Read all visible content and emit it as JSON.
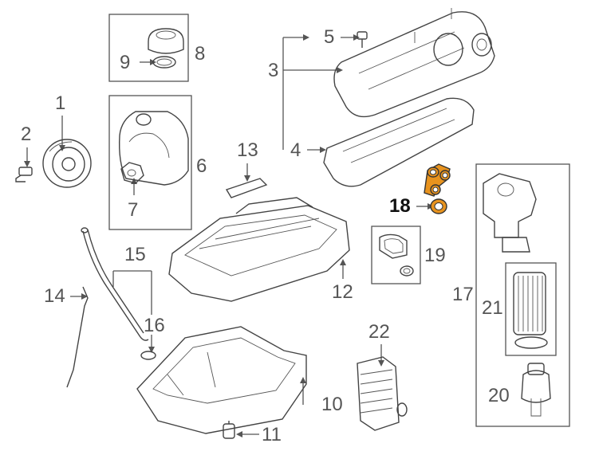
{
  "callouts": [
    {
      "id": "1",
      "text": "1"
    },
    {
      "id": "2",
      "text": "2"
    },
    {
      "id": "3",
      "text": "3"
    },
    {
      "id": "4",
      "text": "4"
    },
    {
      "id": "5",
      "text": "5"
    },
    {
      "id": "6",
      "text": "6"
    },
    {
      "id": "7",
      "text": "7"
    },
    {
      "id": "8",
      "text": "8"
    },
    {
      "id": "9",
      "text": "9"
    },
    {
      "id": "10",
      "text": "10"
    },
    {
      "id": "11",
      "text": "11"
    },
    {
      "id": "12",
      "text": "12"
    },
    {
      "id": "13",
      "text": "13"
    },
    {
      "id": "14",
      "text": "14"
    },
    {
      "id": "15",
      "text": "15"
    },
    {
      "id": "16",
      "text": "16"
    },
    {
      "id": "17",
      "text": "17"
    },
    {
      "id": "18",
      "text": "18"
    },
    {
      "id": "19",
      "text": "19"
    },
    {
      "id": "20",
      "text": "20"
    },
    {
      "id": "21",
      "text": "21"
    },
    {
      "id": "22",
      "text": "22"
    }
  ],
  "highlighted_part": "18",
  "colors": {
    "highlight": "#e8931e",
    "line": "#444444",
    "label": "#555555"
  }
}
